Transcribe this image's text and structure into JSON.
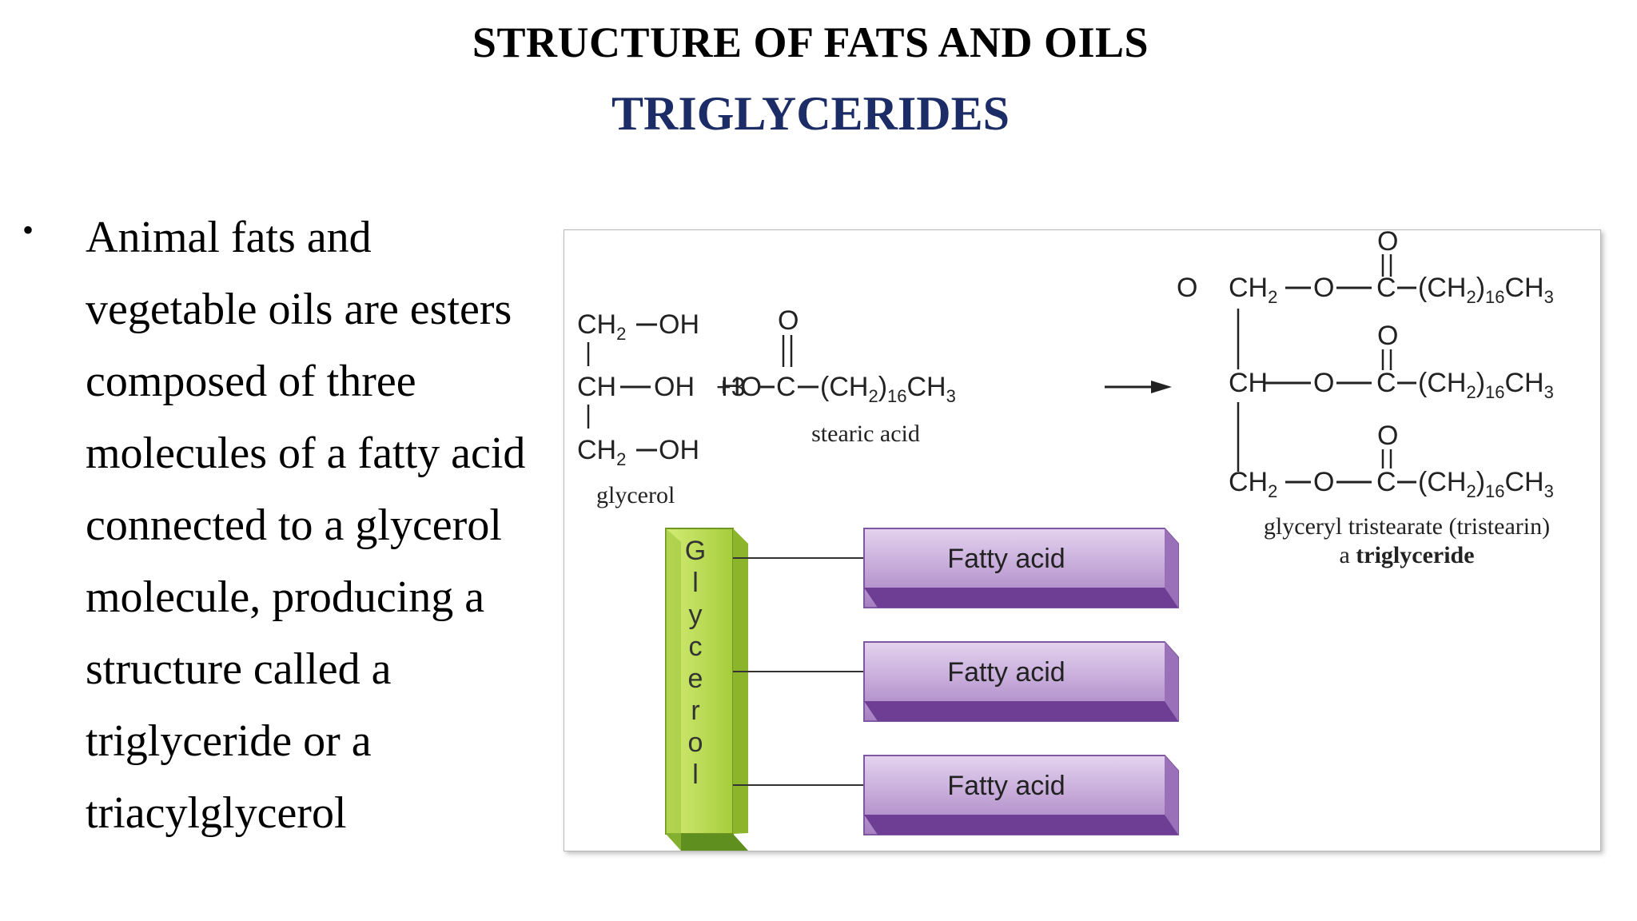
{
  "slide": {
    "title": "STRUCTURE OF FATS AND OILS",
    "subtitle": "TRIGLYCERIDES",
    "bullet": "Animal fats and vegetable oils are esters composed of three molecules of a fatty acid connected to a glycerol molecule, producing a structure called a triglyceride or a triacylglycerol"
  },
  "colors": {
    "subtitle": "#1c2c66",
    "fatty_acid_block": "#b287cc",
    "glycerol_block": "#a6cd3c"
  },
  "reaction": {
    "glycerol_name": "glycerol",
    "coefficient": "+3",
    "stearic_acid_name": "stearic acid",
    "product_name": "glyceryl tristearate (tristearin)",
    "product_class_prefix": "a",
    "product_class": "triglyceride"
  },
  "schematic": {
    "glycerol_letters": [
      "G",
      "l",
      "y",
      "c",
      "e",
      "r",
      "o",
      "l"
    ],
    "fatty_acid_labels": [
      "Fatty acid",
      "Fatty acid",
      "Fatty acid"
    ]
  }
}
